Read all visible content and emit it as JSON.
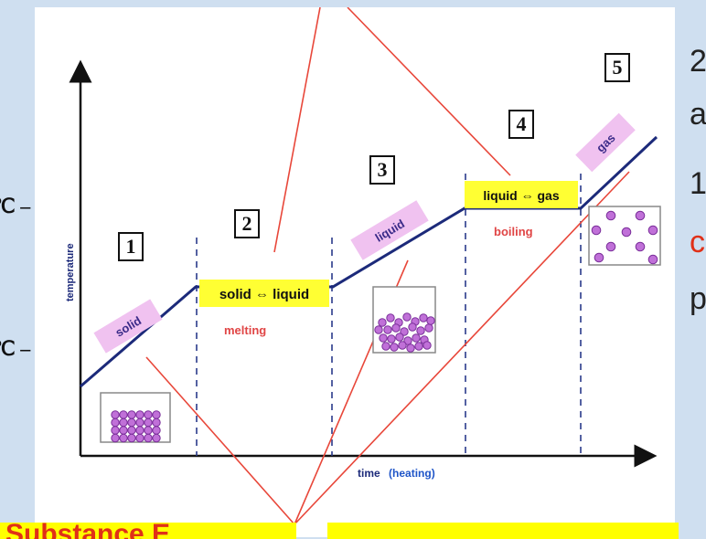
{
  "axes": {
    "y_label": "temperature",
    "x_label": "time",
    "x_label_note": "(heating)"
  },
  "phases": [
    {
      "number": "1",
      "label": "solid"
    },
    {
      "number": "2",
      "label": "solid ⇔ liquid",
      "process": "melting"
    },
    {
      "number": "3",
      "label": "liquid"
    },
    {
      "number": "4",
      "label": "liquid ⇔ gas",
      "process": "boiling"
    },
    {
      "number": "5",
      "label": "gas"
    }
  ],
  "temperature_marks": [
    {
      "label": "℃ –"
    },
    {
      "label": "℃ –"
    }
  ],
  "side_text": [
    "2",
    "a",
    "1",
    "c",
    "p"
  ],
  "bottom_text": "Substance E",
  "colors": {
    "curve": "#1c2a7a",
    "divider": "#2a3a8a",
    "pointer": "#e8473a",
    "phase_label_bg": "#f0c2f0",
    "transition_bg": "#ffff33",
    "particle": "#c070d8",
    "particle_stroke": "#7a2f9a",
    "process_text": "#e04545",
    "time_note": "#1f55c8"
  }
}
